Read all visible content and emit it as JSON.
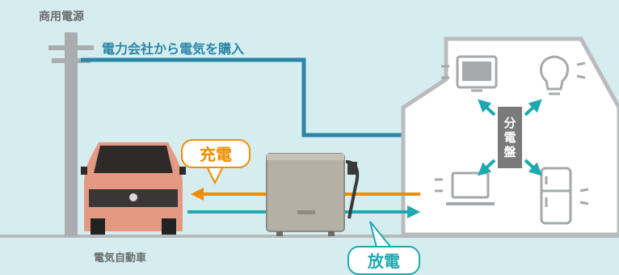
{
  "labels": {
    "grid_power": "商用電源",
    "purchase": "電力会社から電気を購入",
    "charge": "充電",
    "discharge": "放電",
    "ev": "電気自動車",
    "panel": [
      "分",
      "電",
      "盤"
    ]
  },
  "colors": {
    "background": "#d6edf0",
    "purchase_line": "#2b86a6",
    "charge_line": "#f08c00",
    "discharge_line": "#1ea9b1",
    "distribution_arrows": "#1ea9b1",
    "house_outline": "#b9bcbe",
    "panel_fill": "#7a7a7a",
    "car_body": "#e49a82"
  },
  "icons": [
    "utility-pole-icon",
    "tv-icon",
    "light-bulb-icon",
    "laptop-icon",
    "refrigerator-icon",
    "v2h-charger-icon",
    "ev-car-icon"
  ]
}
